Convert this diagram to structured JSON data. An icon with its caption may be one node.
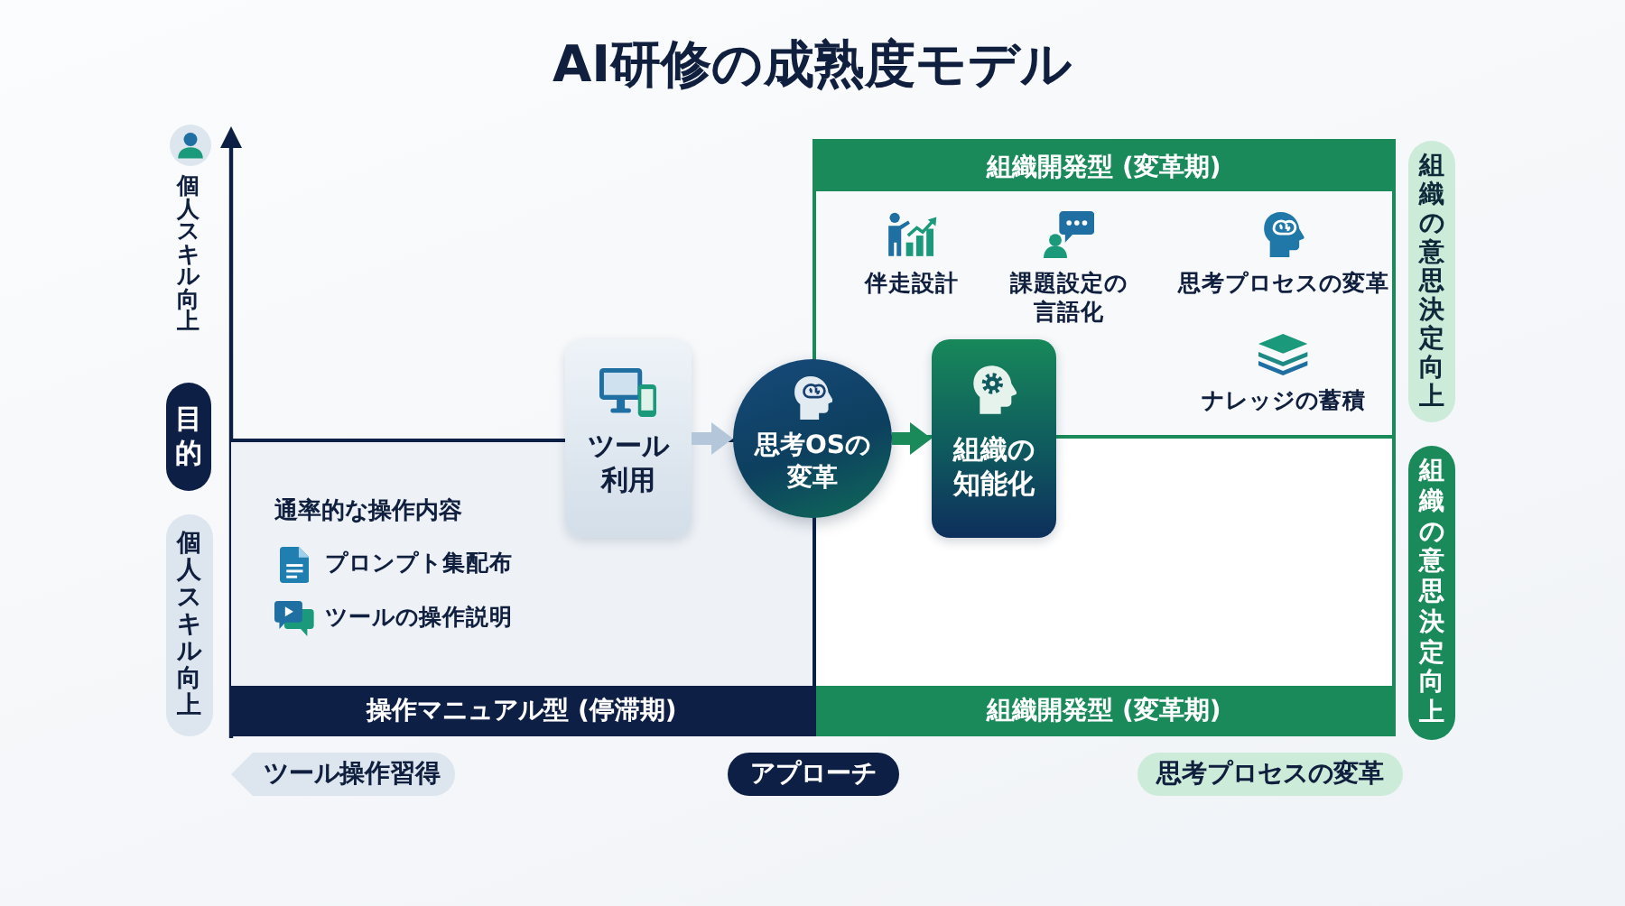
{
  "diagram": {
    "title": "AI研修の成熟度モデル",
    "nodes": [
      {
        "text": [
          "組織開発型 (変革期)",
          "伴走設計",
          "課題設定の言語化",
          "思考プロセスの変革",
          "ナレッジの蓄積"
        ]
      },
      {
        "text": [
          "組織の意思決定向上"
        ]
      },
      {
        "text": [
          "ツール利用"
        ]
      },
      {
        "text": [
          "思考OSの変革"
        ]
      },
      {
        "text": [
          "組織の知能化"
        ]
      },
      {
        "text": [
          "目的"
        ]
      },
      {
        "text": [
          "通率的な操作内容",
          "プロンプト集配布",
          "ツールの操作説明",
          "操作マニュアル型 (停滞期)"
        ]
      },
      {
        "text": [
          "組織開発型 (変革期)"
        ]
      },
      {
        "text": [
          "組織の意思決定向上"
        ]
      },
      {
        "text": [
          "個人スキル向上"
        ]
      },
      {
        "text": [
          "ツール操作習得"
        ]
      },
      {
        "text": [
          "アプローチ"
        ]
      },
      {
        "text": [
          "思考プロセスの変革"
        ]
      }
    ],
    "edges": [
      {
        "from": 2,
        "to": 3,
        "arrow": "to",
        "color": "#b4c6da"
      },
      {
        "from": 3,
        "to": 4,
        "arrow": "to",
        "color": "#1a8a5a"
      }
    ],
    "labels": [
      "個人スキル向上"
    ]
  }
}
